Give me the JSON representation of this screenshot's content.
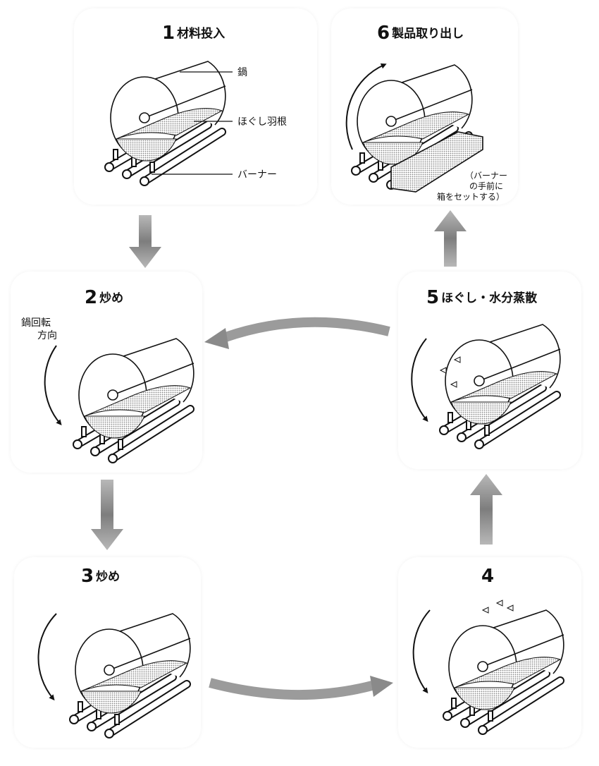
{
  "steps": [
    {
      "num": "1",
      "title": "材料投入",
      "labels": {
        "pot": "鍋",
        "blade": "ほぐし羽根",
        "burner": "バーナー"
      }
    },
    {
      "num": "2",
      "title": "炒め",
      "rotation_label_1": "鍋回転",
      "rotation_label_2": "方向"
    },
    {
      "num": "3",
      "title": "炒め"
    },
    {
      "num": "4",
      "title": ""
    },
    {
      "num": "5",
      "title": "ほぐし・水分蒸散"
    },
    {
      "num": "6",
      "title": "製品取り出し",
      "note_1": "（バーナー",
      "note_2": "の手前に",
      "note_3": "箱をセットする）"
    }
  ],
  "colors": {
    "line": "#111111",
    "arrow": "#8a8a8a",
    "dots": "#9a9a9a"
  }
}
